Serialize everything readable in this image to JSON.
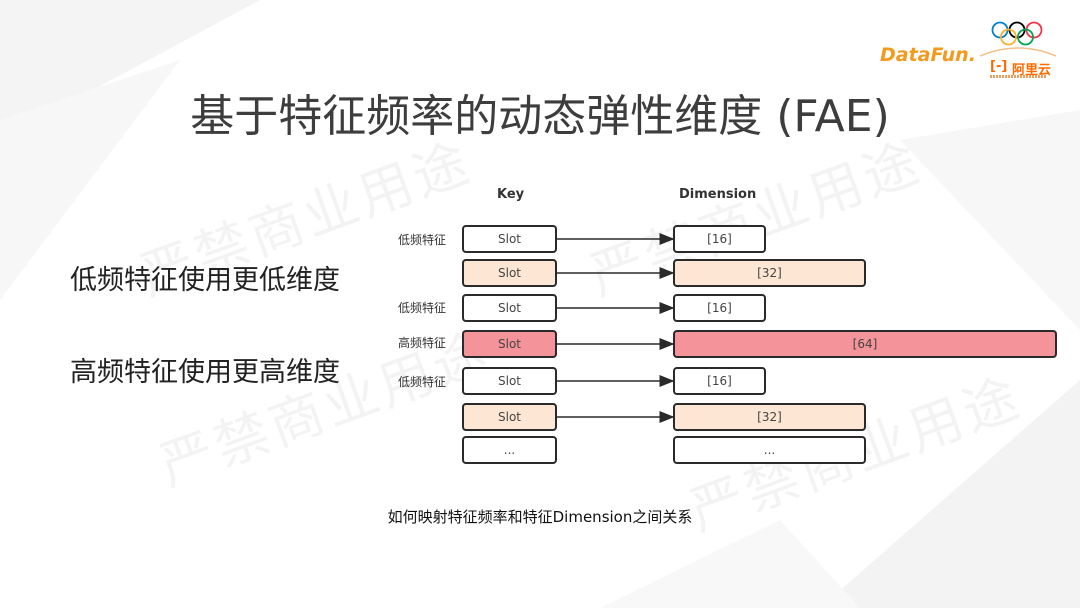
{
  "title": "基于特征频率的动态弹性维度 (FAE)",
  "watermark": "严禁商业用途",
  "logos": {
    "datafun": "DataFun.",
    "aliyun": "阿里云"
  },
  "left_text": [
    "低频特征使用更低维度",
    "高频特征使用更高维度"
  ],
  "diagram": {
    "key_header": "Key",
    "dim_header": "Dimension",
    "rows": [
      {
        "label": "低频特征",
        "key": "Slot",
        "dim": "[16]",
        "style": "white"
      },
      {
        "label": "",
        "key": "Slot",
        "dim": "[32]",
        "style": "peach"
      },
      {
        "label": "低频特征",
        "key": "Slot",
        "dim": "[16]",
        "style": "white"
      },
      {
        "label": "高频特征",
        "key": "Slot",
        "dim": "[64]",
        "style": "red"
      },
      {
        "label": "低频特征",
        "key": "Slot",
        "dim": "[16]",
        "style": "white"
      },
      {
        "label": "",
        "key": "Slot",
        "dim": "[32]",
        "style": "peach"
      },
      {
        "label": "",
        "key": "...",
        "dim": "...",
        "style": "white"
      }
    ]
  },
  "caption": "如何映射特征频率和特征Dimension之间关系",
  "colors": {
    "peach": "#fde6d3",
    "red": "#f4939a",
    "title": "#3d3d3d"
  }
}
